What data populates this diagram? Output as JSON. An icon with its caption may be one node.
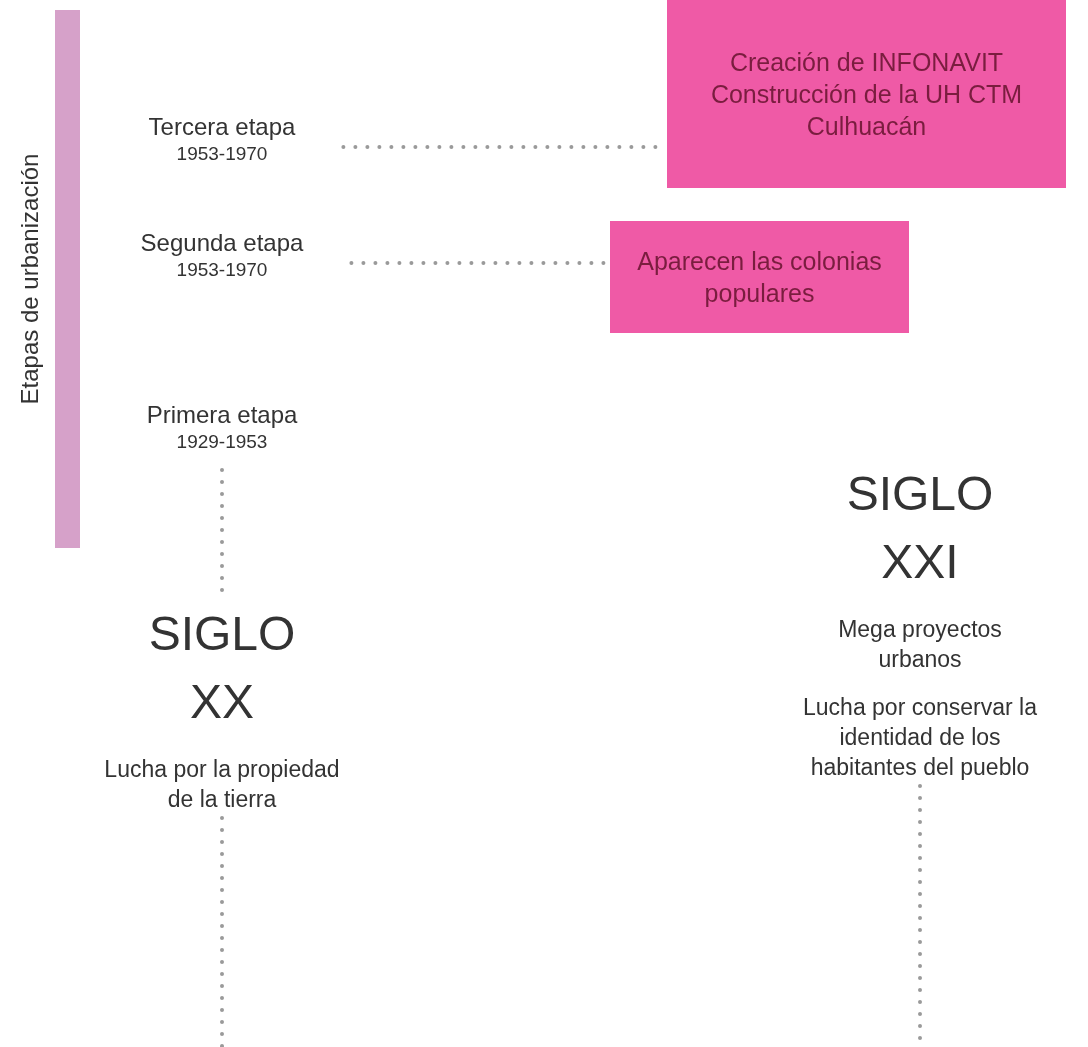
{
  "diagram": {
    "nodes": [
      {
        "text": [
          "Tercera etapa",
          "1953-1970"
        ]
      },
      {
        "text": [
          "Creación de INFONAVIT Construcción de la UH CTM Culhuacán"
        ]
      },
      {
        "text": [
          "Segunda etapa",
          "1953-1970"
        ]
      },
      {
        "text": [
          "Aparecen las colonias populares"
        ]
      },
      {
        "text": [
          "Primera etapa",
          "1929-1953"
        ]
      },
      {
        "text": [
          "SIGLO XX",
          "Lucha por la propiedad de la tierra"
        ]
      },
      {
        "text": [
          "SIGLO XXI",
          "Mega proyectos urbanos",
          "Lucha por conservar la identidad de los habitantes del pueblo"
        ]
      },
      {
        "text": [],
        "shape": "bar",
        "beside": [
          "Etapas de urbanización"
        ]
      }
    ],
    "edges": [
      {
        "from": 0,
        "to": 1,
        "arrow": "none"
      },
      {
        "from": 2,
        "to": 3,
        "arrow": "none"
      },
      {
        "from": 4,
        "to": 5,
        "arrow": "none"
      },
      {
        "from": 5,
        "to": null,
        "arrow": "none"
      },
      {
        "from": 6,
        "to": null,
        "arrow": "none"
      }
    ]
  }
}
